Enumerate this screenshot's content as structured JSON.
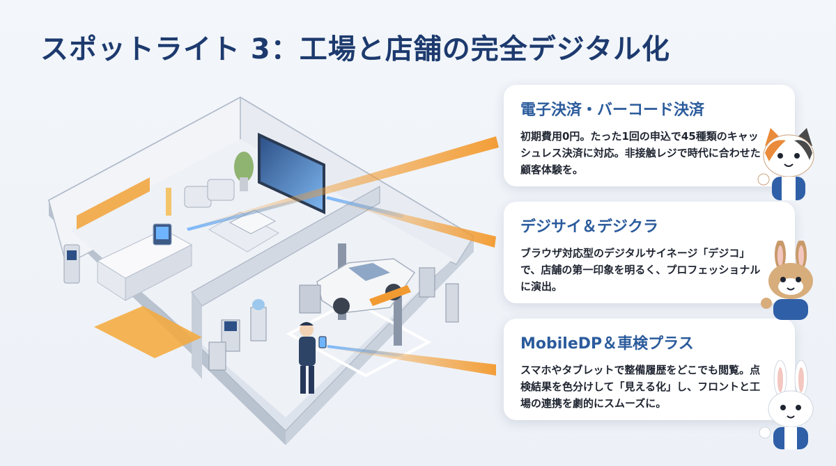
{
  "title": "スポットライト 3：工場と店舗の完全デジタル化",
  "cards": [
    {
      "heading": "電子決済・バーコード決済",
      "body": "初期費用0円。たった1回の申込で45種類のキャッシュレス決済に対応。非接触レジで時代に合わせた顧客体験を。"
    },
    {
      "heading": "デジサイ＆デジクラ",
      "body": "ブラウザ対応型のデジタルサイネージ「デジコ」で、店舗の第一印象を明るく、プロフェッショナルに演出。"
    },
    {
      "heading": "MobileDP＆車検プラス",
      "body": "スマホやタブレットで整備履歴をどこでも閲覧。点検結果を色分けして「見える化」し、フロントと工場の連携を劇的にスムーズに。"
    }
  ],
  "illustration": {
    "left_zone": "showroom-with-reception-and-signage",
    "right_zone": "service-bay-with-car-lift",
    "figure": "mechanic-holding-tablet"
  },
  "mascots": [
    "calico-cat-mascot",
    "brown-rabbit-mascot",
    "white-rabbit-mascot"
  ],
  "colors": {
    "title": "#1d3a6e",
    "heading": "#2b5b9c",
    "accent_orange": "#f39a2e",
    "accent_blue": "#4a8fe0",
    "background": "#eef2f8"
  }
}
